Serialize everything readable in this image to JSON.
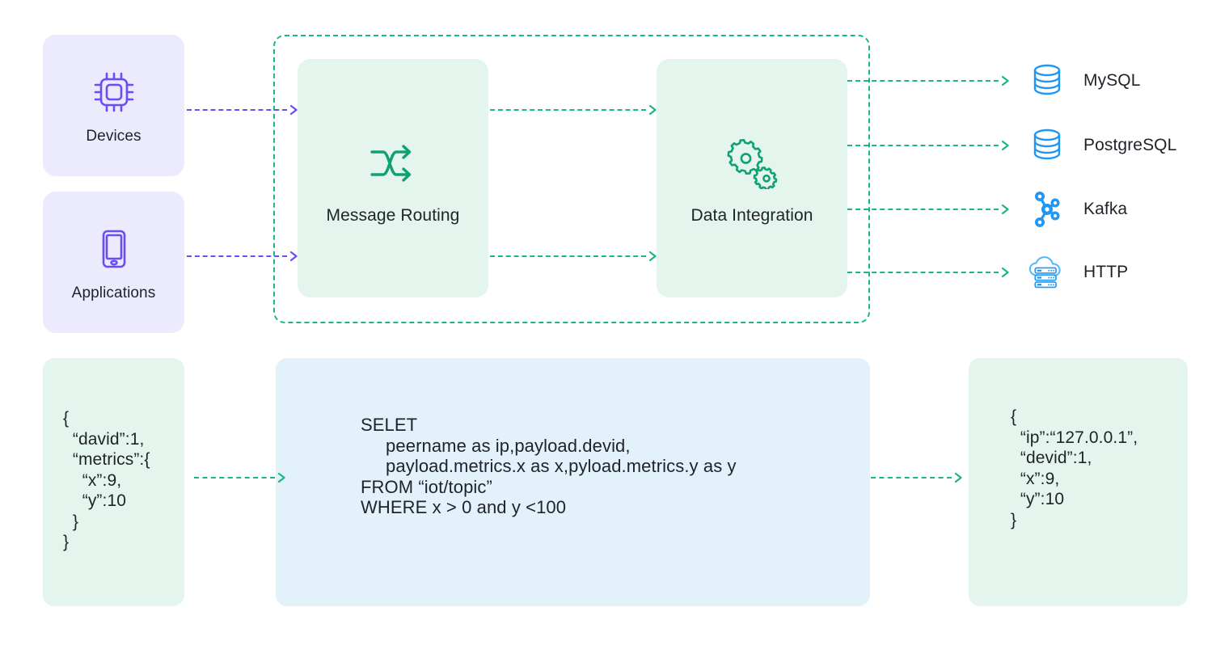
{
  "colors": {
    "purple_accent": "#6b4df6",
    "purple_panel": "#eceafd",
    "green_accent": "#19b786",
    "green_panel": "#e3f5ed",
    "blue_panel": "#e3f1fb",
    "blue_icon": "#2196f3",
    "text": "#1f2329",
    "background": "#ffffff"
  },
  "sources": [
    {
      "label": "Devices",
      "icon": "cpu-chip-icon"
    },
    {
      "label": "Applications",
      "icon": "mobile-device-icon"
    }
  ],
  "pipeline": {
    "stages": [
      {
        "label": "Message Routing",
        "icon": "shuffle-routing-icon"
      },
      {
        "label": "Data Integration",
        "icon": "gears-icon"
      }
    ]
  },
  "sinks": [
    {
      "label": "MySQL",
      "icon": "database-cylinder-icon"
    },
    {
      "label": "PostgreSQL",
      "icon": "database-cylinder-icon"
    },
    {
      "label": "Kafka",
      "icon": "kafka-nodes-icon"
    },
    {
      "label": "HTTP",
      "icon": "cloud-server-icon"
    }
  ],
  "example": {
    "input_payload": "{\n  “david”:1,\n  “metrics”:{\n    “x”:9,\n    “y”:10\n  }\n}",
    "sql_rule": "SELET\n     peername as ip,payload.devid,\n     payload.metrics.x as x,pyload.metrics.y as y\nFROM “iot/topic”\nWHERE x > 0 and y <100",
    "output_payload": "{\n  “ip”:“127.0.0.1”,\n  “devid”:1,\n  “x”:9,\n  “y”:10\n}"
  }
}
